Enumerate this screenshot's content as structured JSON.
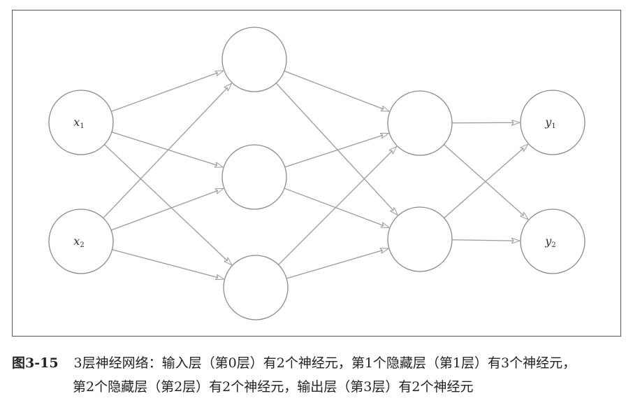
{
  "figure": {
    "number": "图3-15",
    "caption_line1": "3层神经网络：输入层（第0层）有2个神经元，第1个隐藏层（第1层）有3个神经元，",
    "caption_line2": "第2个隐藏层（第2层）有2个神经元，输出层（第3层）有2个神经元"
  },
  "network": {
    "layers": [
      {
        "name": "input",
        "neurons": [
          {
            "label": "x",
            "sub": "1"
          },
          {
            "label": "x",
            "sub": "2"
          }
        ]
      },
      {
        "name": "hidden1",
        "neurons": [
          {
            "label": ""
          },
          {
            "label": ""
          },
          {
            "label": ""
          }
        ]
      },
      {
        "name": "hidden2",
        "neurons": [
          {
            "label": ""
          },
          {
            "label": ""
          }
        ]
      },
      {
        "name": "output",
        "neurons": [
          {
            "label": "y",
            "sub": "1"
          },
          {
            "label": "y",
            "sub": "2"
          }
        ]
      }
    ],
    "connections": "fully-connected",
    "edge_color": "#9a9a9a",
    "node_stroke": "#8a8a8a"
  }
}
